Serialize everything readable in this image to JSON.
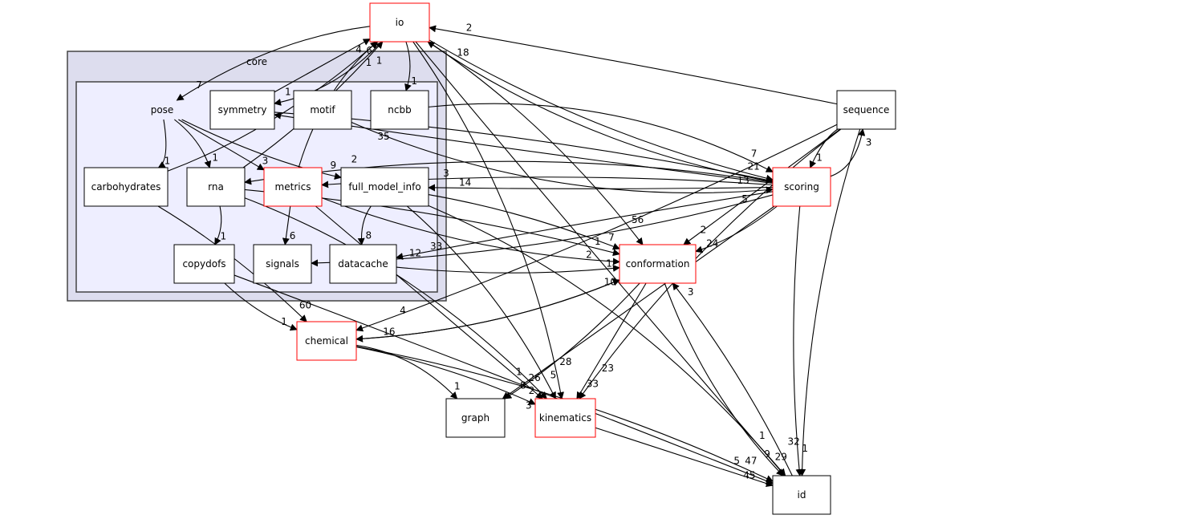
{
  "clusters": {
    "outer": {
      "label": "core",
      "fill": "#ddddee",
      "stroke": "#444444"
    },
    "inner": {
      "label": "pose",
      "fill": "#eeeeff",
      "stroke": "#444444"
    }
  },
  "colors": {
    "highlight_border": "#ff0000",
    "normal_border": "#000000",
    "edge": "#000000"
  },
  "nodes": [
    {
      "id": "io",
      "label": "io",
      "red": true
    },
    {
      "id": "symmetry",
      "label": "symmetry",
      "red": false
    },
    {
      "id": "motif",
      "label": "motif",
      "red": false
    },
    {
      "id": "ncbb",
      "label": "ncbb",
      "red": false
    },
    {
      "id": "carbohydrates",
      "label": "carbohydrates",
      "red": false
    },
    {
      "id": "rna",
      "label": "rna",
      "red": false
    },
    {
      "id": "metrics",
      "label": "metrics",
      "red": true
    },
    {
      "id": "full_model_info",
      "label": "full_model_info",
      "red": false
    },
    {
      "id": "copydofs",
      "label": "copydofs",
      "red": false
    },
    {
      "id": "signals",
      "label": "signals",
      "red": false
    },
    {
      "id": "datacache",
      "label": "datacache",
      "red": false
    },
    {
      "id": "sequence",
      "label": "sequence",
      "red": false
    },
    {
      "id": "scoring",
      "label": "scoring",
      "red": true
    },
    {
      "id": "conformation",
      "label": "conformation",
      "red": true
    },
    {
      "id": "chemical",
      "label": "chemical",
      "red": true
    },
    {
      "id": "graph",
      "label": "graph",
      "red": false
    },
    {
      "id": "kinematics",
      "label": "kinematics",
      "red": true
    },
    {
      "id": "id",
      "label": "id",
      "red": false
    }
  ],
  "edges": [
    {
      "from": "pose",
      "to": "carbohydrates",
      "label": "1"
    },
    {
      "from": "pose",
      "to": "rna",
      "label": "1"
    },
    {
      "from": "pose",
      "to": "metrics",
      "label": "3"
    },
    {
      "from": "pose",
      "to": "full_model_info",
      "label": "9"
    },
    {
      "from": "io",
      "to": "pose",
      "label": "7"
    },
    {
      "from": "io",
      "to": "symmetry",
      "label": "1"
    },
    {
      "from": "io",
      "to": "ncbb",
      "label": "1"
    },
    {
      "from": "symmetry",
      "to": "io",
      "label": "6"
    },
    {
      "from": "rna",
      "to": "io",
      "label": "1"
    },
    {
      "from": "carbohydrates",
      "to": "io",
      "label": "1"
    },
    {
      "from": "metrics",
      "to": "io",
      "label": "4"
    },
    {
      "from": "rna",
      "to": "copydofs",
      "label": "1"
    },
    {
      "from": "metrics",
      "to": "signals",
      "label": "6"
    },
    {
      "from": "full_model_info",
      "to": "datacache",
      "label": "8"
    },
    {
      "from": "scoring",
      "to": "full_model_info",
      "label": "14"
    },
    {
      "from": "sequence",
      "to": "io",
      "label": "2"
    },
    {
      "from": "scoring",
      "to": "io",
      "label": "18"
    },
    {
      "from": "io",
      "to": "scoring",
      "label": "21"
    },
    {
      "from": "sequence",
      "to": "scoring",
      "label": "1"
    },
    {
      "from": "scoring",
      "to": "sequence",
      "label": "3"
    },
    {
      "from": "io",
      "to": "conformation",
      "label": "56"
    },
    {
      "from": "scoring",
      "to": "conformation",
      "label": "24"
    },
    {
      "from": "sequence",
      "to": "conformation",
      "label": "2"
    },
    {
      "from": "datacache",
      "to": "conformation",
      "label": "1"
    },
    {
      "from": "chemical",
      "to": "conformation",
      "label": "10"
    },
    {
      "from": "conformation",
      "to": "chemical",
      "label": "16"
    },
    {
      "from": "conformation",
      "to": "graph",
      "label": "8"
    },
    {
      "from": "conformation",
      "to": "kinematics",
      "label": "33"
    },
    {
      "from": "id",
      "to": "conformation",
      "label": "3"
    },
    {
      "from": "conformation",
      "to": "id",
      "label": "29"
    },
    {
      "from": "chemical",
      "to": "graph",
      "label": "1"
    },
    {
      "from": "chemical",
      "to": "kinematics",
      "label": "3"
    },
    {
      "from": "kinematics",
      "to": "id",
      "label": "45"
    },
    {
      "from": "scoring",
      "to": "id",
      "label": "1"
    },
    {
      "from": "sequence",
      "to": "id",
      "label": "32"
    },
    {
      "from": "io",
      "to": "id",
      "label": "1"
    },
    {
      "from": "io",
      "to": "kinematics",
      "label": "28"
    },
    {
      "from": "scoring",
      "to": "graph",
      "label": "26"
    },
    {
      "from": "symmetry",
      "to": "scoring",
      "label": "13"
    },
    {
      "from": "motif",
      "to": "scoring",
      "label": "5"
    },
    {
      "from": "ncbb",
      "to": "scoring",
      "label": "7"
    },
    {
      "from": "scoring",
      "to": "metrics",
      "label": "3"
    },
    {
      "from": "scoring",
      "to": "signals",
      "label": "12"
    },
    {
      "from": "scoring",
      "to": "rna",
      "label": "2"
    },
    {
      "from": "scoring",
      "to": "symmetry",
      "label": "35"
    },
    {
      "from": "full_model_info",
      "to": "kinematics",
      "label": "5"
    },
    {
      "from": "rna",
      "to": "kinematics",
      "label": "1"
    },
    {
      "from": "metrics",
      "to": "kinematics",
      "label": "2"
    },
    {
      "from": "rna",
      "to": "conformation",
      "label": "1"
    },
    {
      "from": "metrics",
      "to": "conformation",
      "label": "2"
    },
    {
      "from": "full_model_info",
      "to": "id",
      "label": "9"
    },
    {
      "from": "carbohydrates",
      "to": "chemical",
      "label": "60"
    },
    {
      "from": "chemical",
      "to": "id",
      "label": "47"
    },
    {
      "from": "copydofs",
      "to": "chemical",
      "label": "1"
    },
    {
      "from": "copydofs",
      "to": "id",
      "label": "5"
    },
    {
      "from": "scoring",
      "to": "datacache",
      "label": "33"
    },
    {
      "from": "full_model_info",
      "to": "conformation",
      "label": "7"
    },
    {
      "from": "sequence",
      "to": "kinematics",
      "label": "23"
    },
    {
      "from": "sequence",
      "to": "chemical",
      "label": "4"
    }
  ]
}
